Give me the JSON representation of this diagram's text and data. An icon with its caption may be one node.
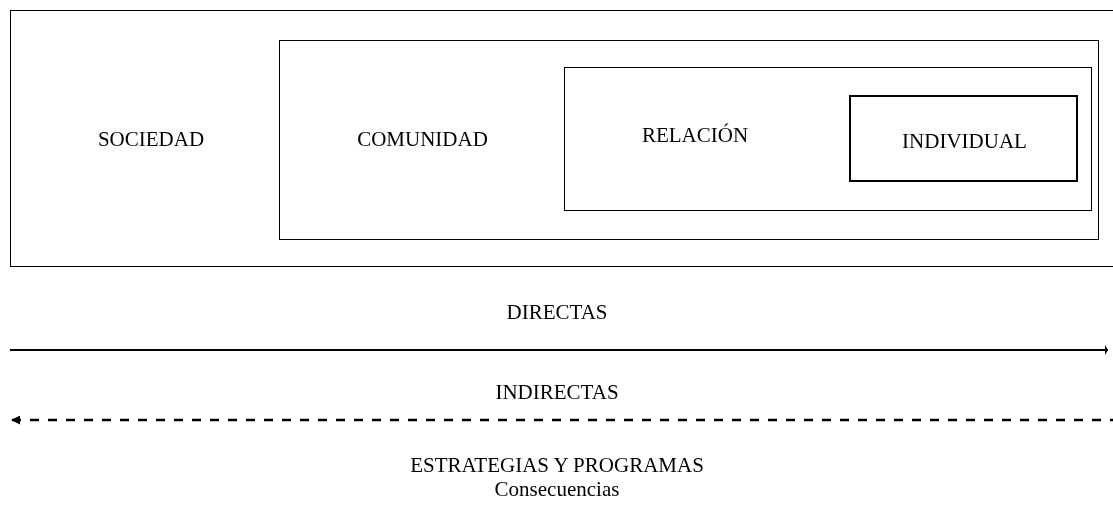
{
  "diagram": {
    "nodes": [
      {
        "text": [
          "SOCIEDAD"
        ]
      },
      {
        "text": [
          "COMUNIDAD"
        ],
        "in": 0
      },
      {
        "text": [
          "RELACIÓN"
        ],
        "in": 1
      },
      {
        "text": [
          "INDIVIDUAL"
        ],
        "in": 2
      }
    ],
    "labels": [
      "DIRECTAS",
      "INDIRECTAS",
      "ESTRATEGIAS Y PROGRAMAS",
      "Consecuencias"
    ]
  }
}
